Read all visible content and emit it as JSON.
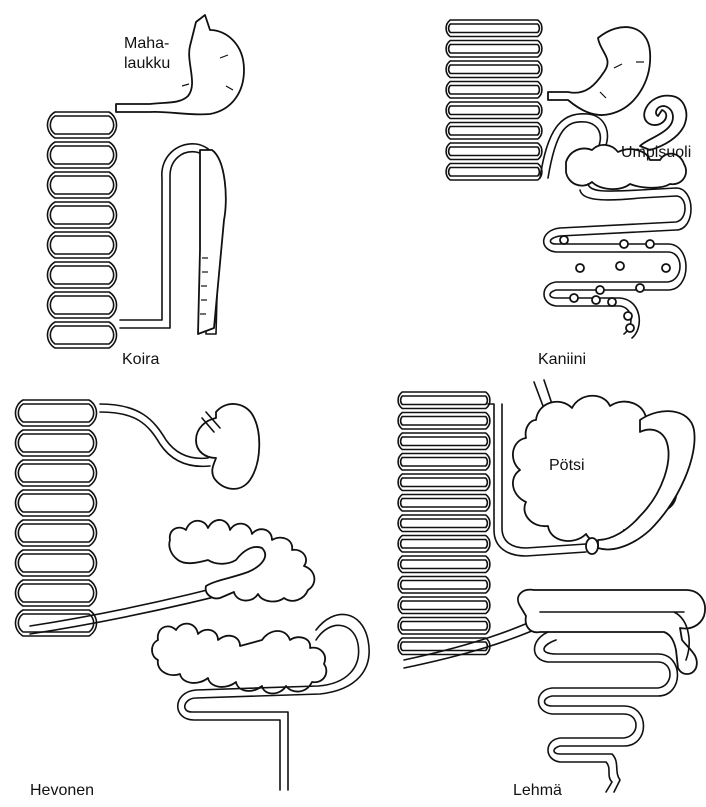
{
  "panels": {
    "dog": {
      "caption": "Koira",
      "stomach_label_line1": "Maha-",
      "stomach_label_line2": "laukku"
    },
    "rabbit": {
      "caption": "Kaniini",
      "cecum_label": "Umpisuoli"
    },
    "horse": {
      "caption": "Hevonen"
    },
    "cow": {
      "caption": "Lehmä",
      "rumen_label": "Pötsi"
    }
  }
}
